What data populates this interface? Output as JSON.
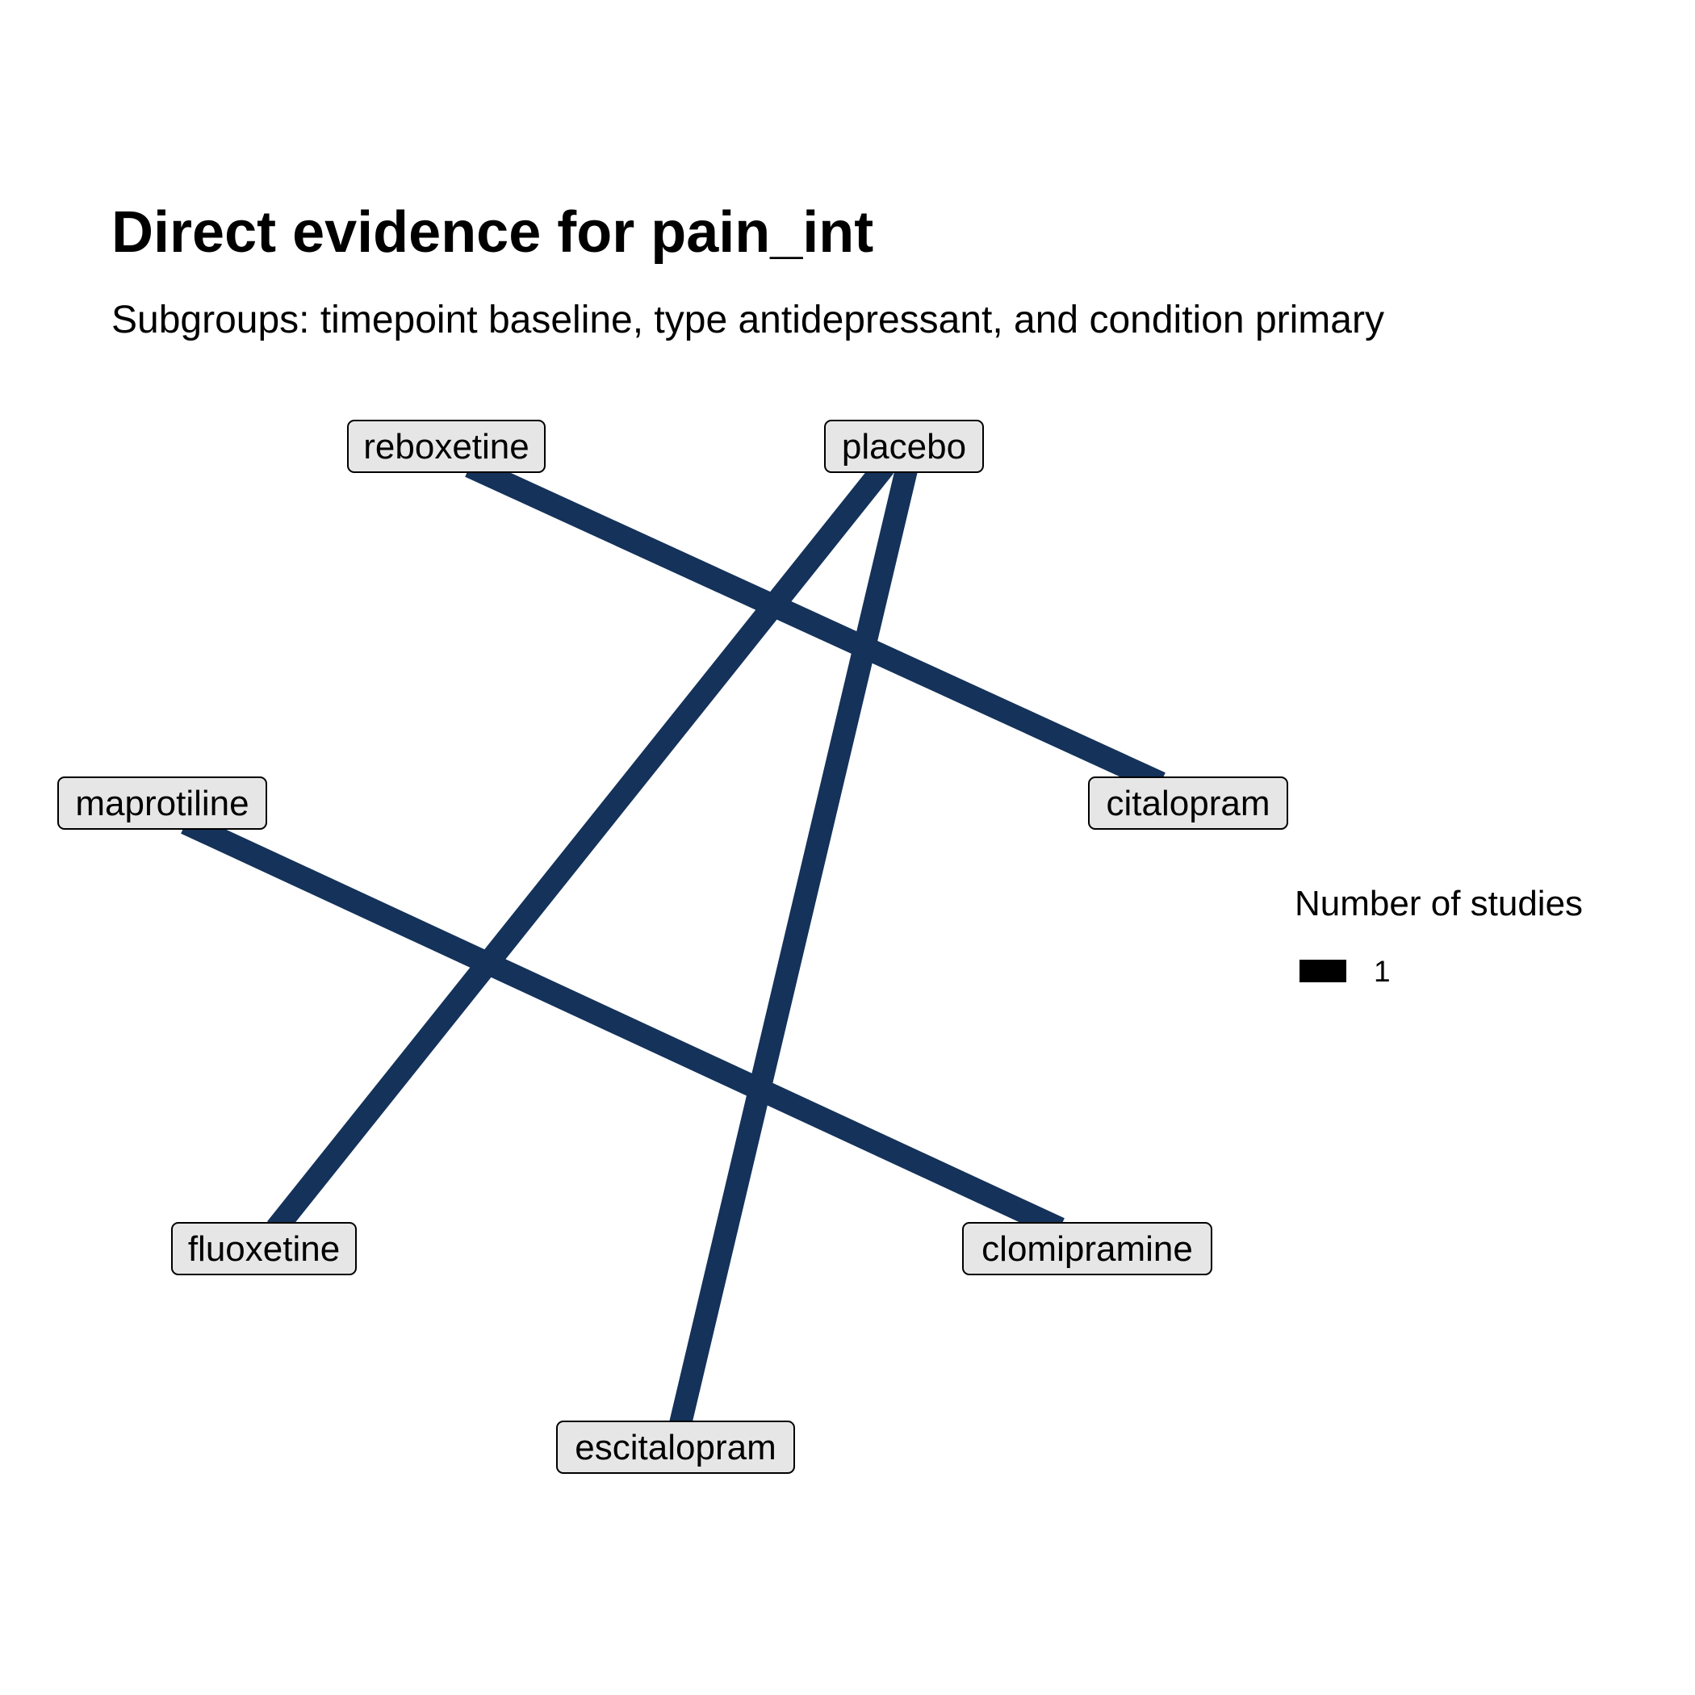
{
  "title": "Direct evidence for pain_int",
  "subtitle": "Subgroups: timepoint baseline, type antidepressant, and condition primary",
  "colors": {
    "edge": "#14325a",
    "node_fill": "#e6e6e6",
    "node_border": "#000000",
    "legend_key": "#000000"
  },
  "nodes": [
    {
      "id": "reboxetine",
      "label": "reboxetine"
    },
    {
      "id": "placebo",
      "label": "placebo"
    },
    {
      "id": "maprotiline",
      "label": "maprotiline"
    },
    {
      "id": "citalopram",
      "label": "citalopram"
    },
    {
      "id": "fluoxetine",
      "label": "fluoxetine"
    },
    {
      "id": "clomipramine",
      "label": "clomipramine"
    },
    {
      "id": "escitalopram",
      "label": "escitalopram"
    }
  ],
  "edges": [
    {
      "from": "reboxetine",
      "to": "citalopram",
      "studies": 1
    },
    {
      "from": "placebo",
      "to": "fluoxetine",
      "studies": 1
    },
    {
      "from": "placebo",
      "to": "escitalopram",
      "studies": 1
    },
    {
      "from": "maprotiline",
      "to": "clomipramine",
      "studies": 1
    }
  ],
  "legend": {
    "title": "Number of studies",
    "items": [
      {
        "label": "1",
        "value": 1
      }
    ]
  }
}
